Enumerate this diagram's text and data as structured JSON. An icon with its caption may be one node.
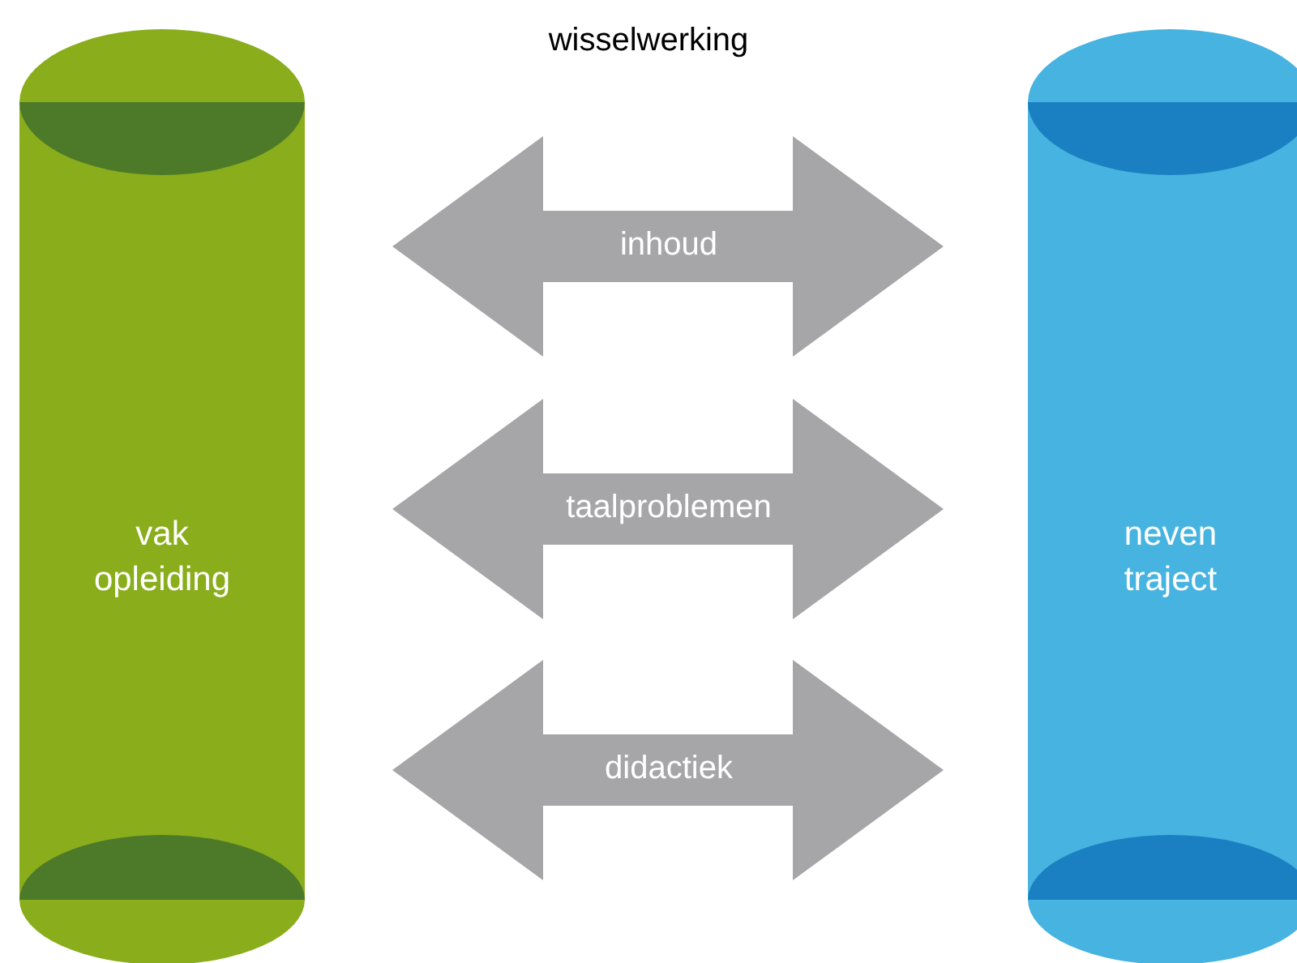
{
  "diagram": {
    "title": "wisselwerking",
    "nodes": [
      {
        "text": [
          "vak opleiding"
        ]
      },
      {
        "text": [
          "neven traject"
        ]
      }
    ],
    "edges": [
      {
        "from": 0,
        "to": 1,
        "arrow": "both",
        "label": "inhoud"
      },
      {
        "from": 0,
        "to": 1,
        "arrow": "both",
        "label": "taalproblemen"
      },
      {
        "from": 0,
        "to": 1,
        "arrow": "both",
        "label": "didactiek"
      }
    ]
  }
}
